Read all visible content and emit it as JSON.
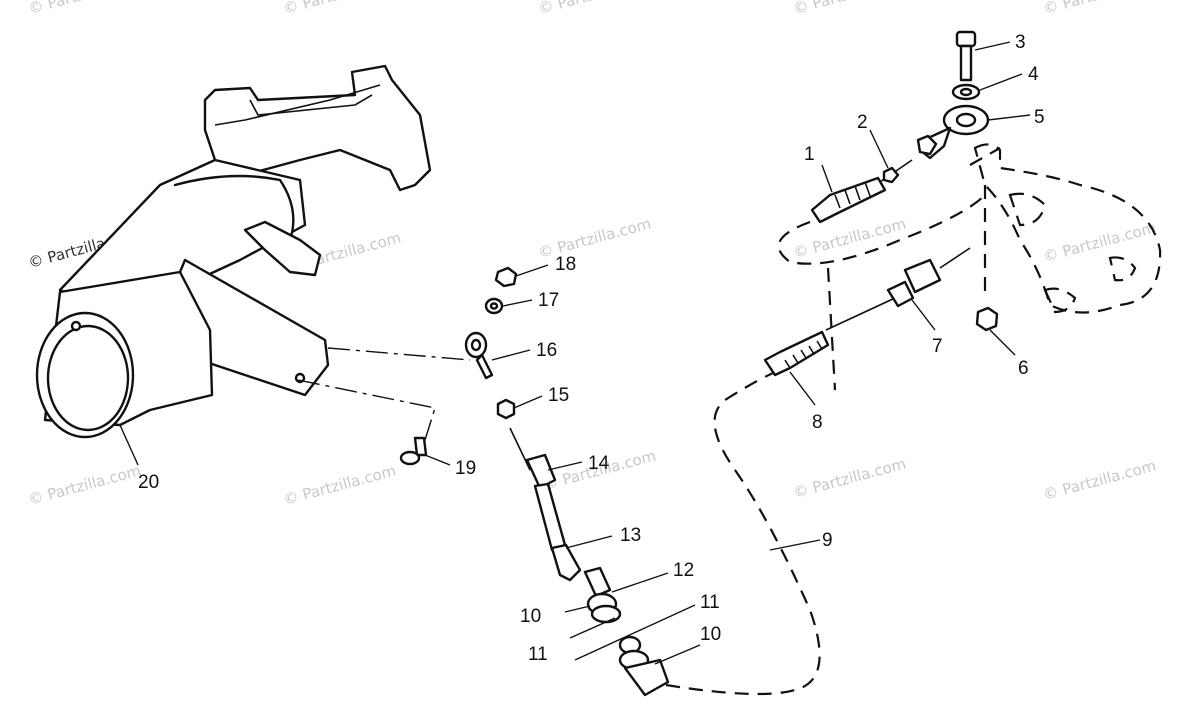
{
  "watermark": {
    "text": "© Partzilla.com",
    "corner_text": "© Partzilla.com"
  },
  "callouts": [
    {
      "id": "1",
      "text": "1"
    },
    {
      "id": "2",
      "text": "2"
    },
    {
      "id": "3",
      "text": "3"
    },
    {
      "id": "4",
      "text": "4"
    },
    {
      "id": "5",
      "text": "5"
    },
    {
      "id": "6",
      "text": "6"
    },
    {
      "id": "7",
      "text": "7"
    },
    {
      "id": "8",
      "text": "8"
    },
    {
      "id": "9",
      "text": "9"
    },
    {
      "id": "10a",
      "text": "10"
    },
    {
      "id": "10b",
      "text": "10"
    },
    {
      "id": "11a",
      "text": "11"
    },
    {
      "id": "11b",
      "text": "11"
    },
    {
      "id": "12",
      "text": "12"
    },
    {
      "id": "13",
      "text": "13"
    },
    {
      "id": "14",
      "text": "14"
    },
    {
      "id": "15",
      "text": "15"
    },
    {
      "id": "16",
      "text": "16"
    },
    {
      "id": "17",
      "text": "17"
    },
    {
      "id": "18",
      "text": "18"
    },
    {
      "id": "19",
      "text": "19"
    },
    {
      "id": "20",
      "text": "20"
    }
  ]
}
